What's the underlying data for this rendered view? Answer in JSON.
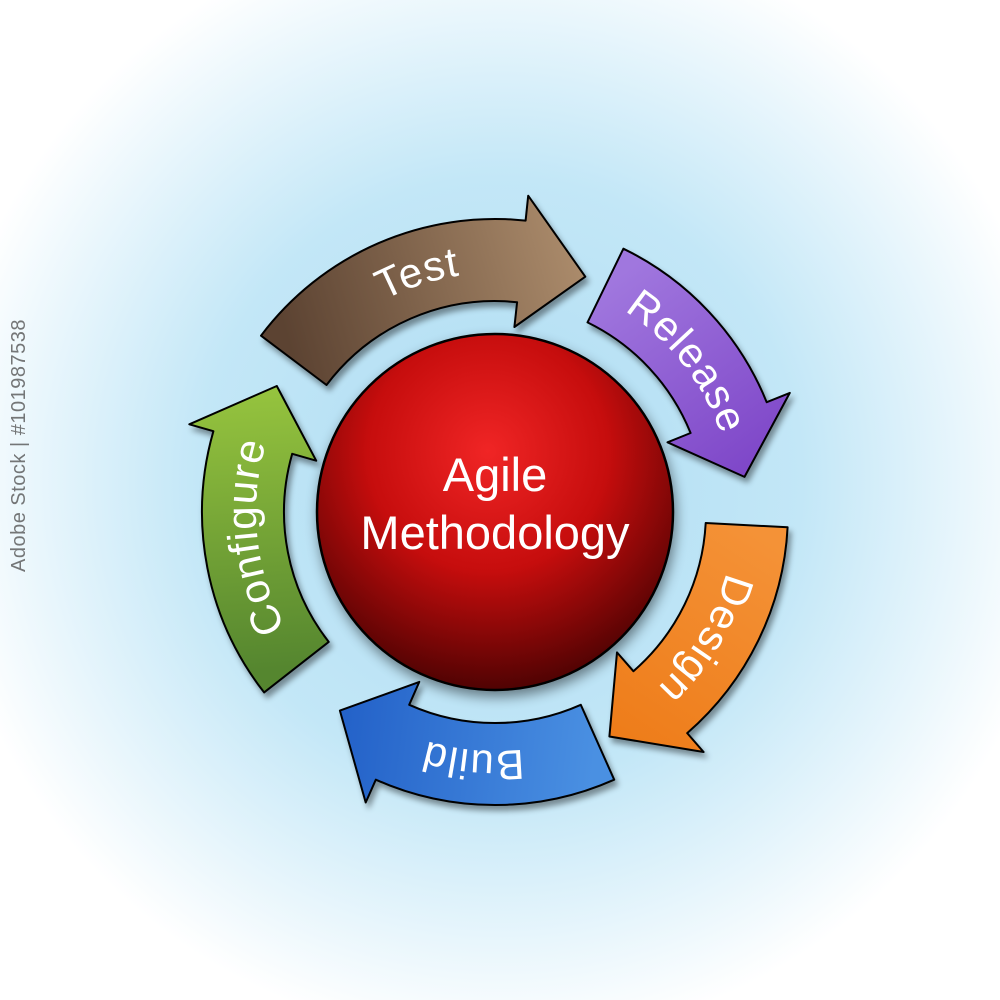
{
  "watermark": {
    "text": "Adobe Stock | #101987538"
  },
  "background": {
    "center_color": "#aedcf2",
    "mid_color": "#c3e7f7",
    "edge_color": "#ffffff"
  },
  "center": {
    "line1": "Agile",
    "line2": "Methodology",
    "gradient_inner": "#f02525",
    "gradient_mid": "#c60d0d",
    "gradient_outer": "#330000",
    "outline_color": "#000000",
    "text_color": "#ffffff"
  },
  "arrow_style": {
    "label_color": "#ffffff",
    "outline_color": "#000000"
  },
  "arrows": [
    {
      "label": "Test",
      "color_tail": "#5c4332",
      "color_head": "#ab8b6b"
    },
    {
      "label": "Release",
      "color_tail": "#a077de",
      "color_head": "#7e46c8"
    },
    {
      "label": "Design",
      "color_tail": "#f49237",
      "color_head": "#ee7c19"
    },
    {
      "label": "Build",
      "color_tail": "#4a90e2",
      "color_head": "#2361c8"
    },
    {
      "label": "Configure",
      "color_tail": "#55862f",
      "color_head": "#96c43e"
    }
  ]
}
